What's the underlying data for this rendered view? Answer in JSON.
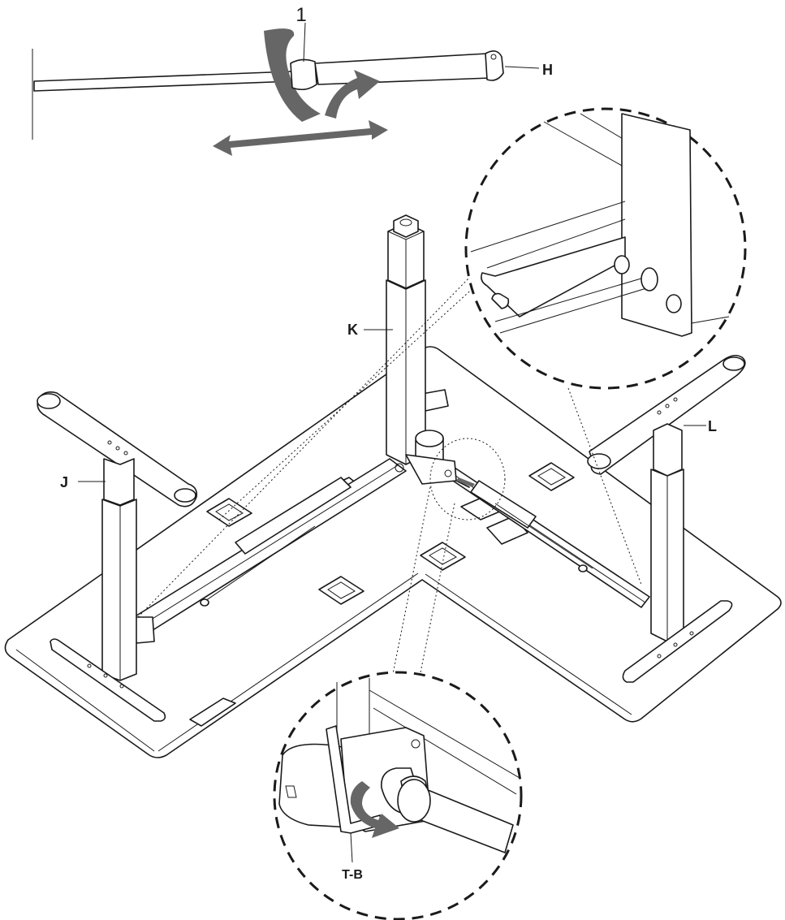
{
  "step_number": "1",
  "labels": {
    "h": "H",
    "k": "K",
    "j": "J",
    "l": "L",
    "tb": "T-B"
  },
  "colors": {
    "line": "#1a1a1a",
    "arrow": "#666666",
    "background": "#ffffff"
  }
}
